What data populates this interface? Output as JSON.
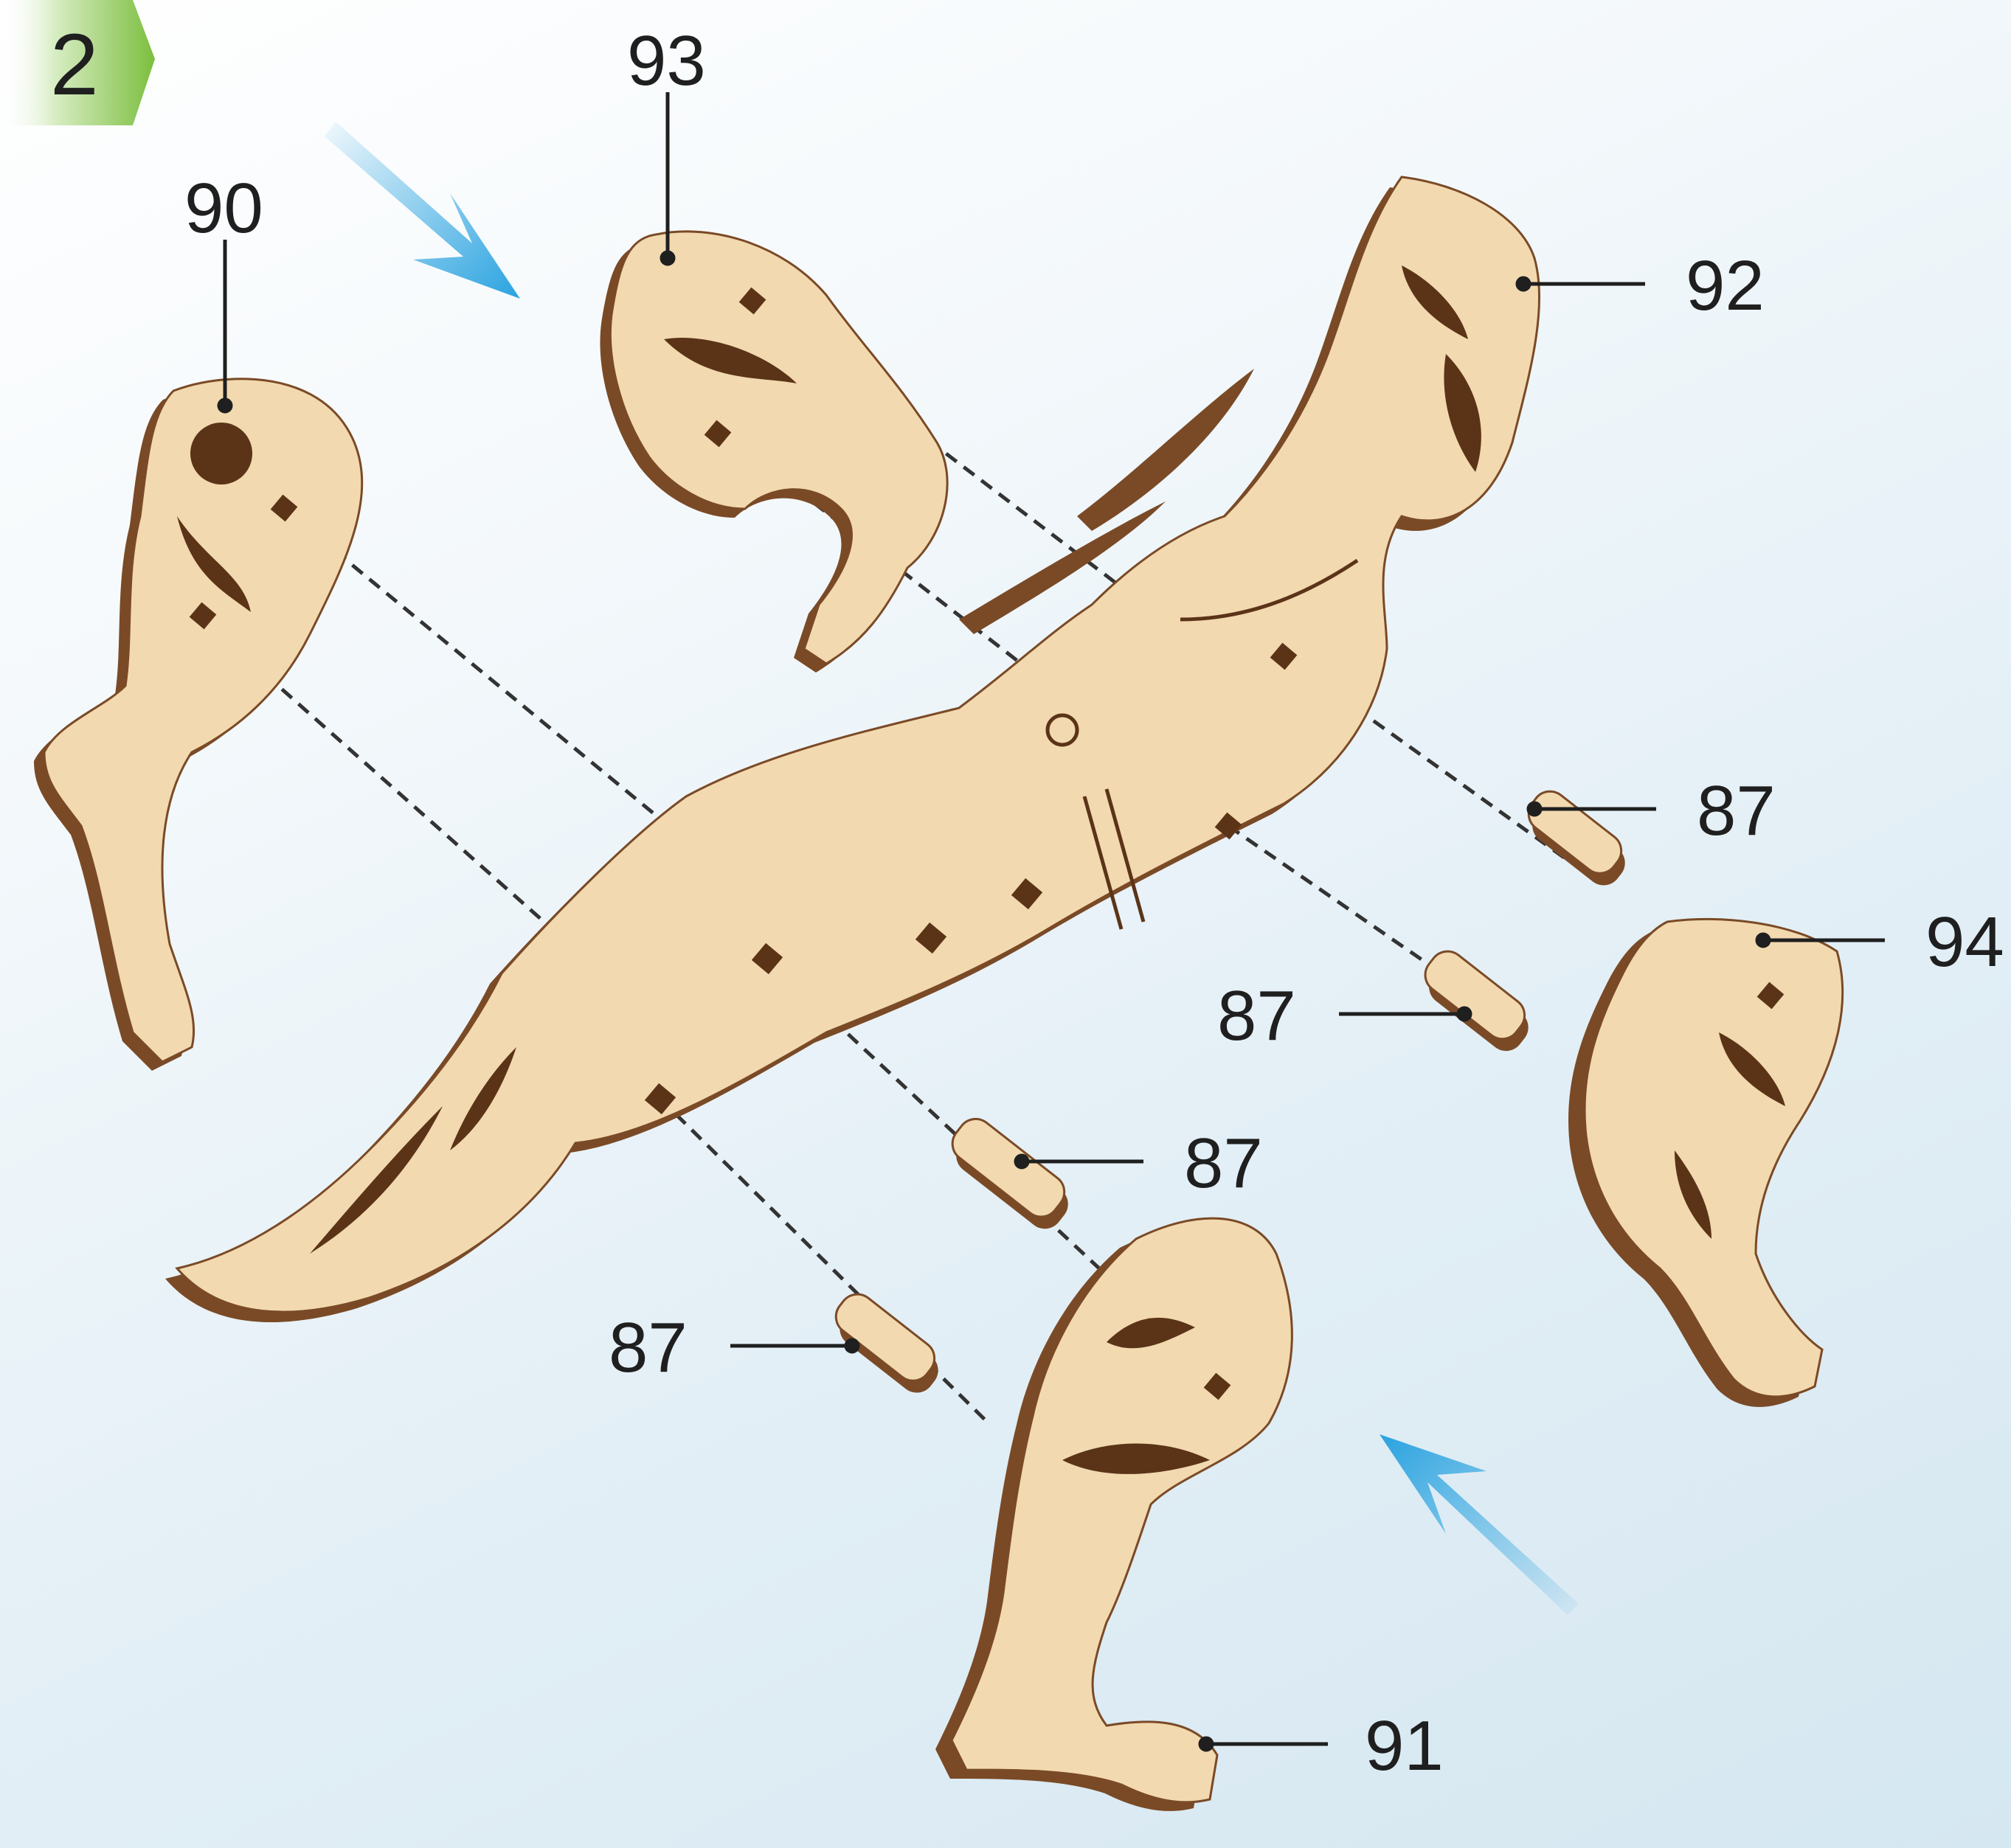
{
  "step": {
    "number": "2"
  },
  "parts": {
    "front_leg_left": "90",
    "front_leg_right": "93",
    "body": "92",
    "hind_leg_right": "94",
    "hind_leg_left": "91",
    "connector_1": "87",
    "connector_2": "87",
    "connector_3": "87",
    "connector_4": "87"
  },
  "colors": {
    "wood_face": "#f2d9b0",
    "wood_edge": "#7a4a26",
    "wood_edge_dark": "#5b3418",
    "arrow_blue": "#2aa3e0",
    "step_badge": "#7cbf3f"
  }
}
